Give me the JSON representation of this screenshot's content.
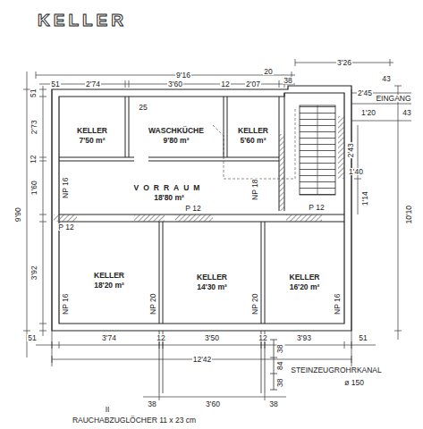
{
  "diagram": {
    "title": "KELLER",
    "nodes": [
      {
        "text": [
          "KELLER",
          "7'50 m²"
        ]
      },
      {
        "text": [
          "WASCHKÜCHE",
          "9'80 m²"
        ]
      },
      {
        "text": [
          "KELLER",
          "5'60 m²"
        ]
      },
      {
        "text": [
          "VORRAUM",
          "18'80 m²"
        ]
      },
      {
        "text": [
          "KELLER",
          "18'20 m²"
        ]
      },
      {
        "text": [
          "KELLER",
          "14'30 m²"
        ]
      },
      {
        "text": [
          "KELLER",
          "16'20 m²"
        ]
      }
    ],
    "edges": [],
    "labels": [
      "9'16",
      "3'26",
      "20",
      "51",
      "2'74",
      "25",
      "3'60",
      "12",
      "2'07",
      "38",
      "2'45",
      "43",
      "EINGANG",
      "1'20",
      "43",
      "51",
      "2'73",
      "12",
      "1'60",
      "9'90",
      "10'10",
      "2'43",
      "1'40",
      "1'14",
      "NP 16",
      "NP 18",
      "P 12",
      "P 12",
      "P 12",
      "3'92",
      "NP 16",
      "NP 20",
      "NP 20",
      "NP 16",
      "51",
      "51",
      "3'74",
      "12",
      "3'50",
      "12",
      "3'93",
      "12'42",
      "STEINZEUGROHRKANAL",
      "ø 150",
      "38",
      "84",
      "38",
      "38",
      "3'60",
      "38",
      "II",
      "RAUCHABZUGLÖCHER 11 x 23 cm"
    ]
  }
}
